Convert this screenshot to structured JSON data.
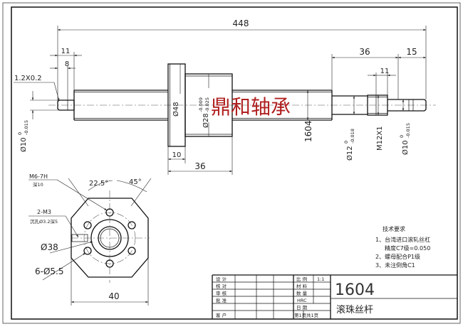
{
  "dims": {
    "total_length": "448",
    "left_end_11": "11",
    "left_end_8": "8",
    "chamfer": "1.2X0.2",
    "flange_dia": "Ø48",
    "nut_dia": "Ø28",
    "nut_tol_upper": "-0.009",
    "nut_tol_lower": "-0.025",
    "flange_thickness": "10",
    "nut_length": "36",
    "right_36": "36",
    "right_15": "15",
    "right_11": "11",
    "thread_dia": "1604",
    "left_shaft_dia": "Ø10",
    "left_tol_upper": "0",
    "left_tol_lower": "-0.015",
    "mid_shaft_dia": "Ø12",
    "mid_tol_upper": "0",
    "mid_tol_lower": "-0.018",
    "thread_label": "M12X1",
    "right_shaft_dia": "Ø10",
    "right_tol_upper": "0",
    "right_tol_lower": "-0.015",
    "angle_a": "22.5°",
    "angle_b": "45°",
    "tap_spec": "M6-7H",
    "tap_depth": "深10",
    "hole_spec": "2-M3",
    "hole_counterbore": "沉孔Ø3.2深5",
    "bolt_circle": "Ø38",
    "holes_spec": "6-Ø5.5",
    "flange_width": "40"
  },
  "watermark": "鼎和轴承",
  "notes": {
    "title": "技术要求",
    "lines": [
      "1、台湾进口滚轧丝杠",
      "精度C7级=0.050",
      "2、螺母配合P1级",
      "3、未注倒角C1"
    ]
  },
  "title_block": {
    "left_labels": [
      "设 计",
      "核 对",
      "审 核",
      "批 准",
      "",
      "客 户"
    ],
    "ratio_label": "比 例",
    "ratio_value": "1:1",
    "material_label": "材 料",
    "quantity_label": "数 量",
    "hardness_value": "HRC",
    "date_label": "日 期",
    "sheet_index": "第1页",
    "sheet_total": "共1页",
    "part_number": "1604",
    "part_name": "滚珠丝杆"
  }
}
